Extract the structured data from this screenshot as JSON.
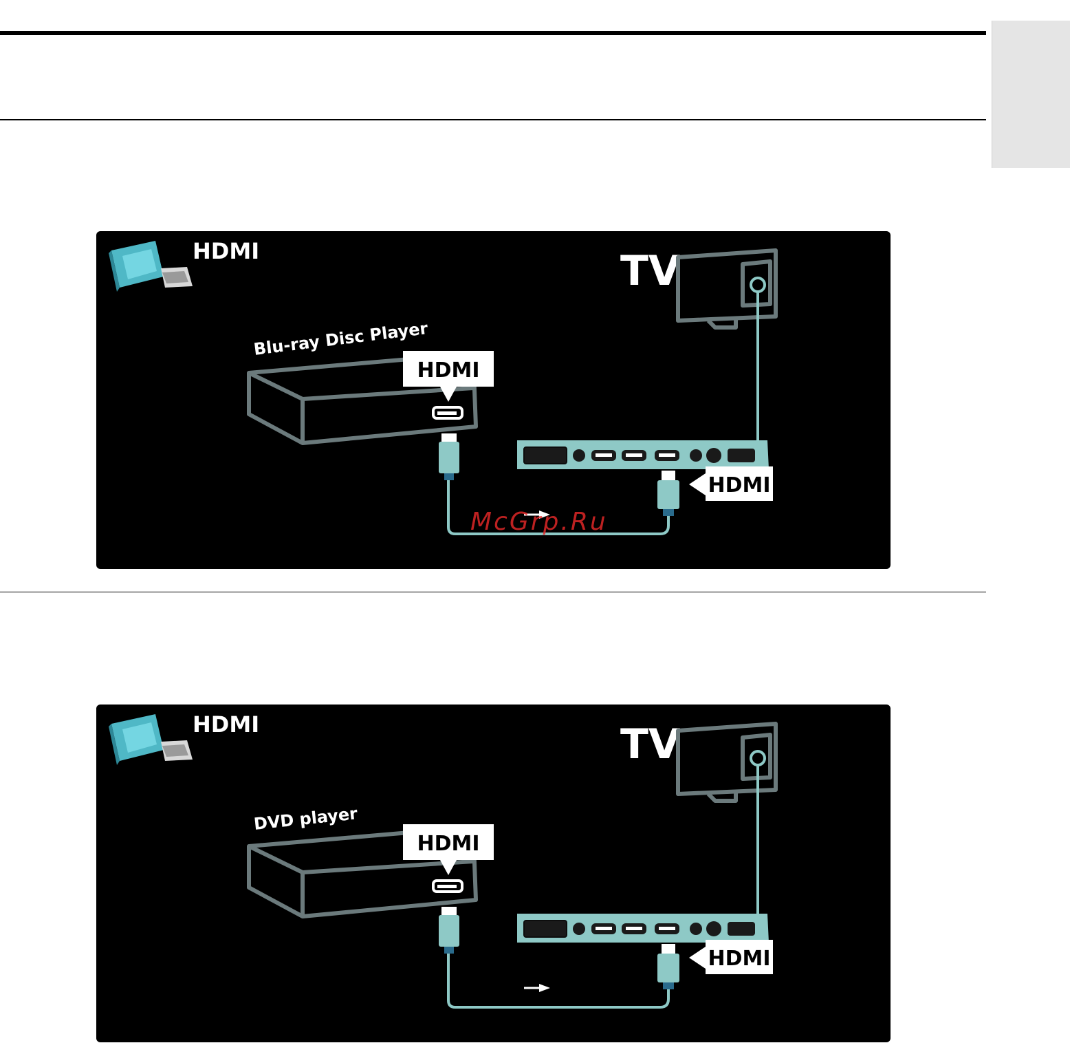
{
  "colors": {
    "panel_bg": "#000000",
    "cable": "#8ec9c6",
    "outline": "#6b7a7c",
    "connector_blue": "#2a6b8c",
    "watermark": "#e62828"
  },
  "diagrams": [
    {
      "title": "HDMI",
      "tv_label": "TV",
      "device_label": "Blu-ray Disc Player",
      "device_port_label": "HDMI",
      "tv_port_label": "HDMI"
    },
    {
      "title": "HDMI",
      "tv_label": "TV",
      "device_label": "DVD player",
      "device_port_label": "HDMI",
      "tv_port_label": "HDMI"
    }
  ],
  "watermark": "McGrp.Ru"
}
